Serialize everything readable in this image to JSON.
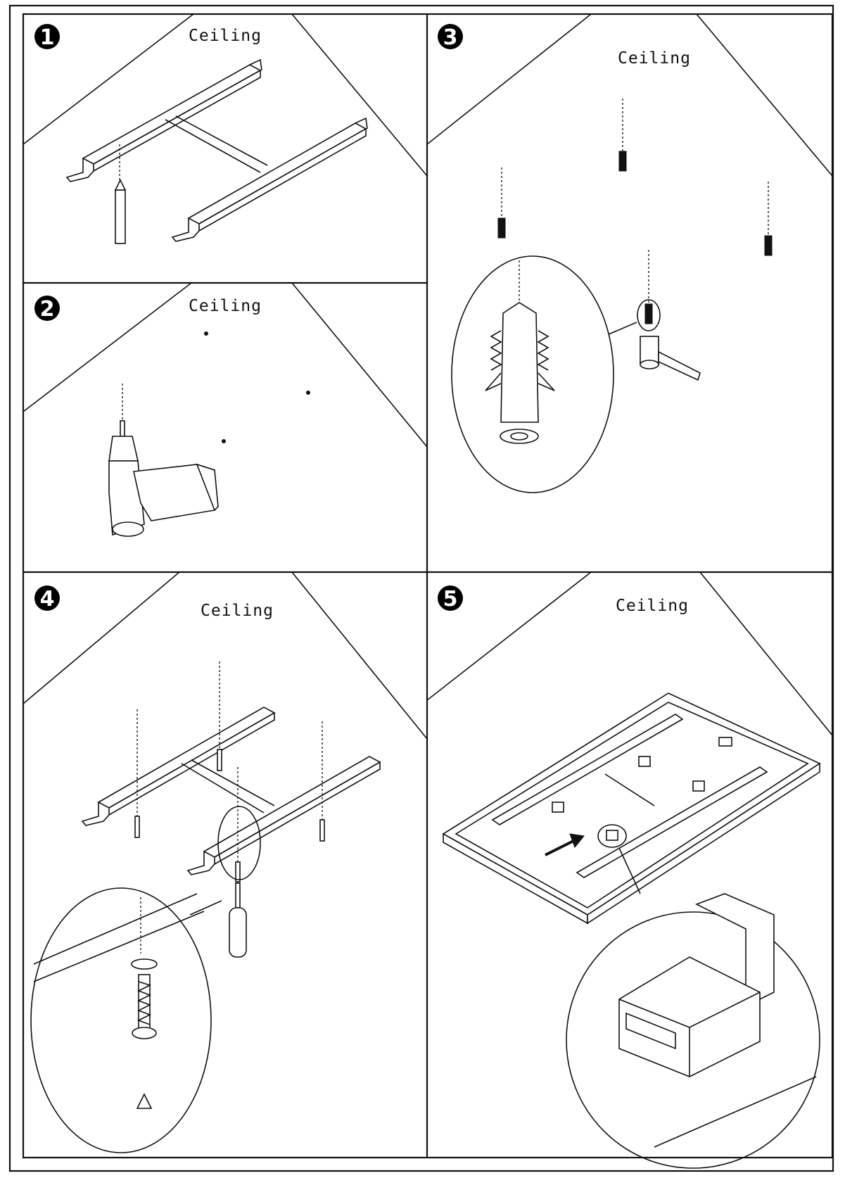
{
  "steps": [
    {
      "number": "1",
      "label": "Ceiling"
    },
    {
      "number": "2",
      "label": "Ceiling"
    },
    {
      "number": "3",
      "label": "Ceiling"
    },
    {
      "number": "4",
      "label": "Ceiling"
    },
    {
      "number": "5",
      "label": "Ceiling"
    }
  ]
}
